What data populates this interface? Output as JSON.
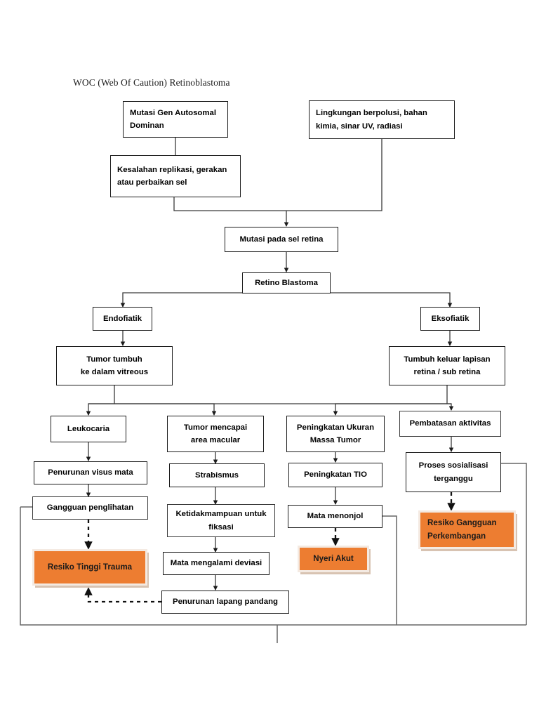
{
  "title": "WOC (Web Of Caution) Retinoblastoma",
  "colors": {
    "diagnosis_fill": "#ED7D31",
    "diagnosis_border": "#F4EAE2",
    "diagnosis_shadow": "#D8C3B2",
    "node_border": "#1c1c1c",
    "background": "#ffffff",
    "connector": "#333333"
  },
  "nodes": {
    "mutasi_gen": "Mutasi Gen Autosomal\nDominan",
    "lingkungan": "Lingkungan berpolusi, bahan\nkimia, sinar UV, radiasi",
    "kesalahan": "Kesalahan replikasi, gerakan\natau  perbaikan sel",
    "mutasi_retina": "Mutasi pada sel retina",
    "retino_blastoma": "Retino Blastoma",
    "endofiatik": "Endofiatik",
    "eksofiatik": "Eksofiatik",
    "tumor_vitreous": "Tumor tumbuh\nke dalam vitreous",
    "tumbuh_keluar": "Tumbuh keluar lapisan\nretina / sub retina",
    "leukocaria": "Leukocaria",
    "tumor_macular": "Tumor  mencapai\narea macular",
    "peningkatan_massa": "Peningkatan Ukuran\nMassa Tumor",
    "pembatasan": "Pembatasan aktivitas",
    "penurunan_visus": "Penurunan visus mata",
    "strabismus": "Strabismus",
    "peningkatan_tio": "Peningkatan TIO",
    "proses_sosialisasi": "Proses sosialisasi\nterganggu",
    "gangguan_penglihatan": "Gangguan penglihatan",
    "ketidakmampuan": "Ketidakmampuan untuk\nfiksasi",
    "mata_menonjol": "Mata menonjol",
    "mata_deviasi": "Mata mengalami deviasi",
    "penurunan_lapang": "Penurunan lapang pandang"
  },
  "diagnoses": {
    "resiko_trauma": "Resiko Tinggi Trauma",
    "nyeri_akut": "Nyeri Akut",
    "resiko_perkembangan": "Resiko Gangguan\nPerkembangan"
  }
}
